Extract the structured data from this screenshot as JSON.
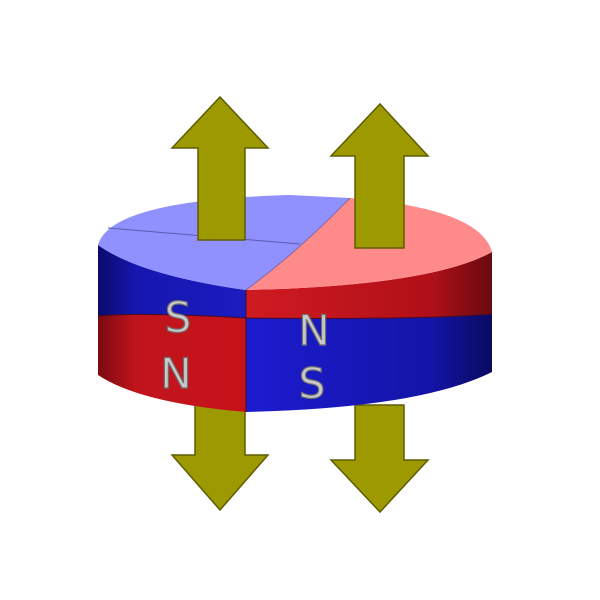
{
  "labels": {
    "top_left": "S",
    "top_right": "N",
    "bottom_left": "N",
    "bottom_right": "S"
  },
  "colors": {
    "arrow": "#9c9a00",
    "arrow_outline": "#5e5c00",
    "top_left_face": "#9090ff",
    "top_right_face": "#ff8a8a",
    "red_side": "#d41a22",
    "blue_side": "#1a1ad0"
  }
}
